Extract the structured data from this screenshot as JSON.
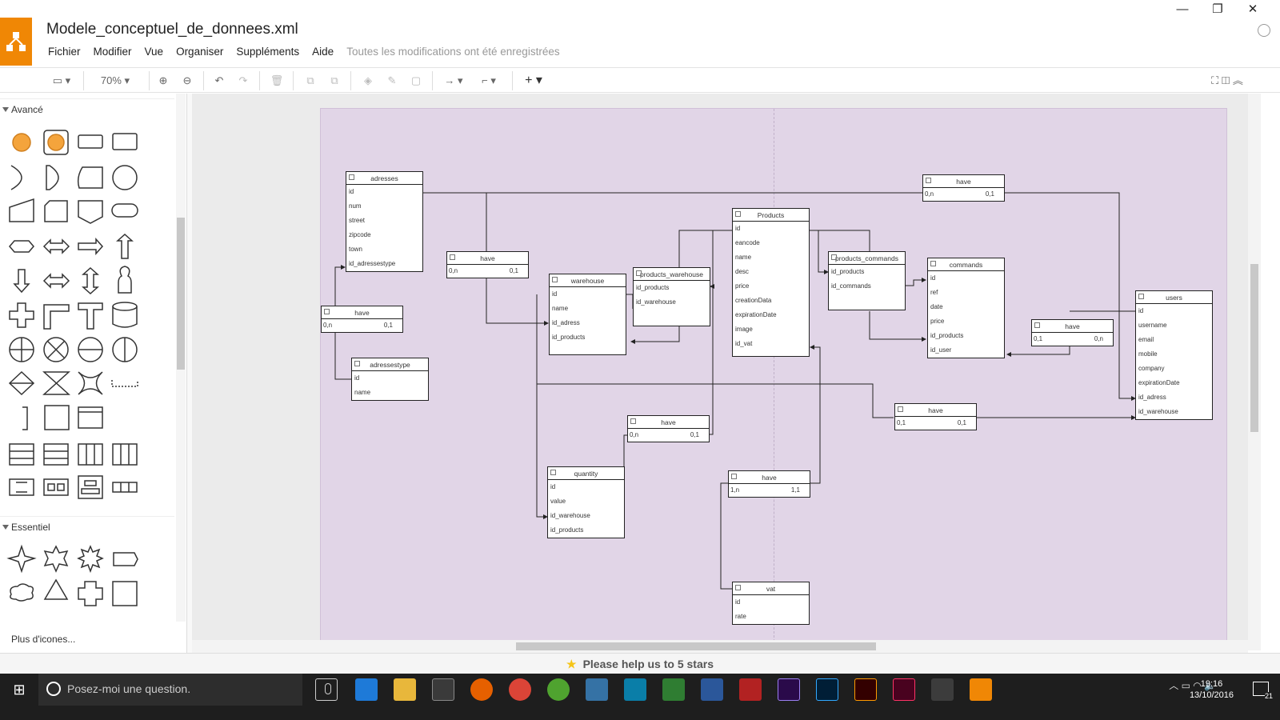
{
  "app": {
    "title": "Modele_conceptuel_de_donnees.xml",
    "menu": [
      "Fichier",
      "Modifier",
      "Vue",
      "Organiser",
      "Suppléments",
      "Aide"
    ],
    "saved_status": "Toutes les modifications ont été enregistrées",
    "brand_color": "#f08705"
  },
  "toolbar": {
    "zoom": "70%"
  },
  "sidebar": {
    "section1": "Avancé",
    "section2": "Essentiel",
    "more_shapes": "Plus d'icones..."
  },
  "footer": {
    "message": "Please help us to 5 stars"
  },
  "taskbar": {
    "search_placeholder": "Posez-moi une question.",
    "time": "19:16",
    "date": "13/10/2016",
    "notifications": "21"
  },
  "diagram": {
    "entities": {
      "adresses": {
        "title": "adresses",
        "fields": [
          "id",
          "num",
          "street",
          "zipcode",
          "town",
          "id_adressestype"
        ]
      },
      "adressestype": {
        "title": "adressestype",
        "fields": [
          "id",
          "name"
        ]
      },
      "warehouse": {
        "title": "warehouse",
        "fields": [
          "id",
          "name",
          "id_adress",
          "id_products"
        ]
      },
      "products_warehouse": {
        "title": "products_warehouse",
        "fields": [
          "id_products",
          "id_warehouse"
        ]
      },
      "products": {
        "title": "Products",
        "fields": [
          "id",
          "eancode",
          "name",
          "desc",
          "price",
          "creationData",
          "expirationDate",
          "image",
          "id_vat"
        ]
      },
      "products_commands": {
        "title": "products_commands",
        "fields": [
          "id_products",
          "id_commands"
        ]
      },
      "commands": {
        "title": "commands",
        "fields": [
          "id",
          "ref",
          "date",
          "price",
          "id_products",
          "id_user"
        ]
      },
      "users": {
        "title": "users",
        "fields": [
          "id",
          "username",
          "email",
          "mobile",
          "company",
          "expirationDate",
          "id_adress",
          "id_warehouse"
        ]
      },
      "quantity": {
        "title": "quantity",
        "fields": [
          "id",
          "value",
          "id_warehouse",
          "id_products"
        ]
      },
      "vat": {
        "title": "vat",
        "fields": [
          "id",
          "rate"
        ]
      }
    },
    "relations": {
      "r1": {
        "title": "have",
        "left": "0,n",
        "right": "0,1"
      },
      "r2": {
        "title": "have",
        "left": "0,n",
        "right": "0,1"
      },
      "r3": {
        "title": "have",
        "left": "0,n",
        "right": "0,1"
      },
      "r4": {
        "title": "have",
        "left": "0,1",
        "right": "0,n"
      },
      "r5": {
        "title": "have",
        "left": "0,1",
        "right": "0,1"
      },
      "r6": {
        "title": "have",
        "left": "0,n",
        "right": "0,1"
      },
      "r7": {
        "title": "have",
        "left": "1,n",
        "right": "1,1"
      }
    }
  }
}
